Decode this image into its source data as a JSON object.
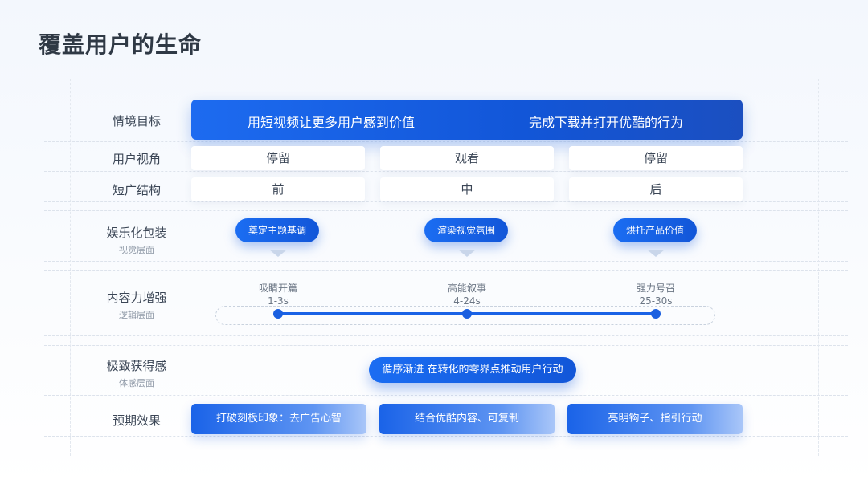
{
  "title": "覆盖用户的生命",
  "rows": {
    "scenario": "情境目标",
    "user_view": "用户视角",
    "structure": "短广结构",
    "entertainment": {
      "label": "娱乐化包装",
      "sub": "视觉层面"
    },
    "content": {
      "label": "内容力增强",
      "sub": "逻辑层面"
    },
    "experience": {
      "label": "极致获得感",
      "sub": "体感层面"
    },
    "effect": "预期效果"
  },
  "goals": [
    "用短视频让更多用户感到价值",
    "完成下载并打开优酷的行为"
  ],
  "user_view": [
    "停留",
    "观看",
    "停留"
  ],
  "structure": [
    "前",
    "中",
    "后"
  ],
  "entertainment": [
    "奠定主题基调",
    "渲染视觉氛围",
    "烘托产品价值"
  ],
  "content": [
    {
      "name": "吸睛开篇",
      "time": "1-3s"
    },
    {
      "name": "高能叙事",
      "time": "4-24s"
    },
    {
      "name": "强力号召",
      "time": "25-30s"
    }
  ],
  "experience": "循序渐进 在转化的零界点推动用户行动",
  "effects": [
    "打破刻板印象：去广告心智",
    "结合优酷内容、可复制",
    "亮明钩子、指引行动"
  ],
  "colors": {
    "primary": "#1a62e6",
    "title": "#2f3945"
  }
}
